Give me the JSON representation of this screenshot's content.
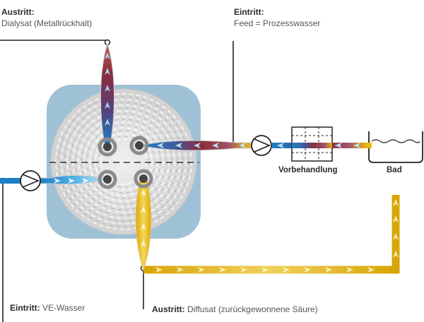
{
  "labels": {
    "dialysat_out": {
      "title": "Austritt:",
      "text": "Dialysat (Metallrückhalt)"
    },
    "feed_in": {
      "title": "Eintritt:",
      "text": "Feed = Prozesswasser"
    },
    "ve_in": {
      "title": "Eintritt:",
      "text": "VE-Wasser"
    },
    "diffusat_out": {
      "title": "Austritt:",
      "text": "Diffusat (zurückgewonnene Säure)"
    },
    "pretreatment": "Vorbehandlung",
    "bath": "Bad"
  },
  "colors": {
    "module_frame": "#9fc1d6",
    "module_core": "#dcdcdc",
    "acid_stream": "#e8b90f",
    "metal_stream": "#8a2c3b",
    "water_stream": "#2a8fd0",
    "line": "#222222"
  }
}
